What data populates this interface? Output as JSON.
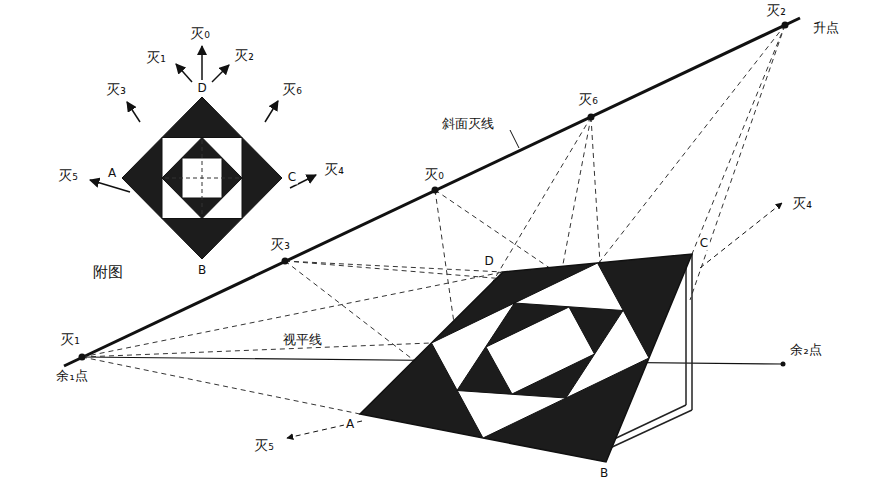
{
  "diagram": {
    "labels": [
      "灭₀",
      "灭₁",
      "灭₂",
      "灭₃",
      "灭₆",
      "D",
      "A",
      "C",
      "B",
      "灭₅",
      "灭₄",
      "附图",
      "灭₂",
      "升点",
      "斜面灭线",
      "灭₆",
      "灭₀",
      "灭₃",
      "灭₁",
      "余₁点",
      "视平线",
      "余₂点",
      "灭₄",
      "D",
      "C",
      "A",
      "B",
      "灭₅"
    ]
  }
}
